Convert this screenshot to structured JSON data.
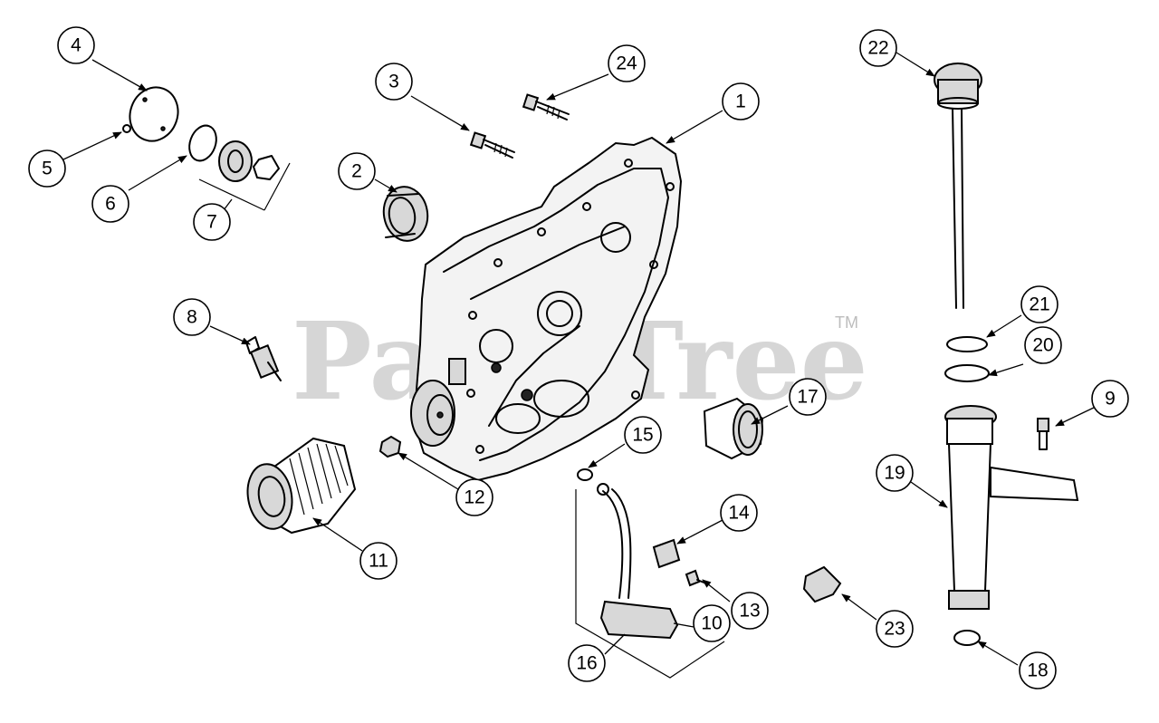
{
  "watermark": {
    "text": "PartsTree",
    "trademark": "TM"
  },
  "callouts": [
    {
      "id": "c1",
      "label": "1"
    },
    {
      "id": "c2",
      "label": "2"
    },
    {
      "id": "c3",
      "label": "3"
    },
    {
      "id": "c4",
      "label": "4"
    },
    {
      "id": "c5",
      "label": "5"
    },
    {
      "id": "c6",
      "label": "6"
    },
    {
      "id": "c7",
      "label": "7"
    },
    {
      "id": "c8",
      "label": "8"
    },
    {
      "id": "c9",
      "label": "9"
    },
    {
      "id": "c10",
      "label": "10"
    },
    {
      "id": "c11",
      "label": "11"
    },
    {
      "id": "c12",
      "label": "12"
    },
    {
      "id": "c13",
      "label": "13"
    },
    {
      "id": "c14",
      "label": "14"
    },
    {
      "id": "c15",
      "label": "15"
    },
    {
      "id": "c16",
      "label": "16"
    },
    {
      "id": "c17",
      "label": "17"
    },
    {
      "id": "c18",
      "label": "18"
    },
    {
      "id": "c19",
      "label": "19"
    },
    {
      "id": "c20",
      "label": "20"
    },
    {
      "id": "c21",
      "label": "21"
    },
    {
      "id": "c22",
      "label": "22"
    },
    {
      "id": "c23",
      "label": "23"
    },
    {
      "id": "c24",
      "label": "24"
    }
  ]
}
